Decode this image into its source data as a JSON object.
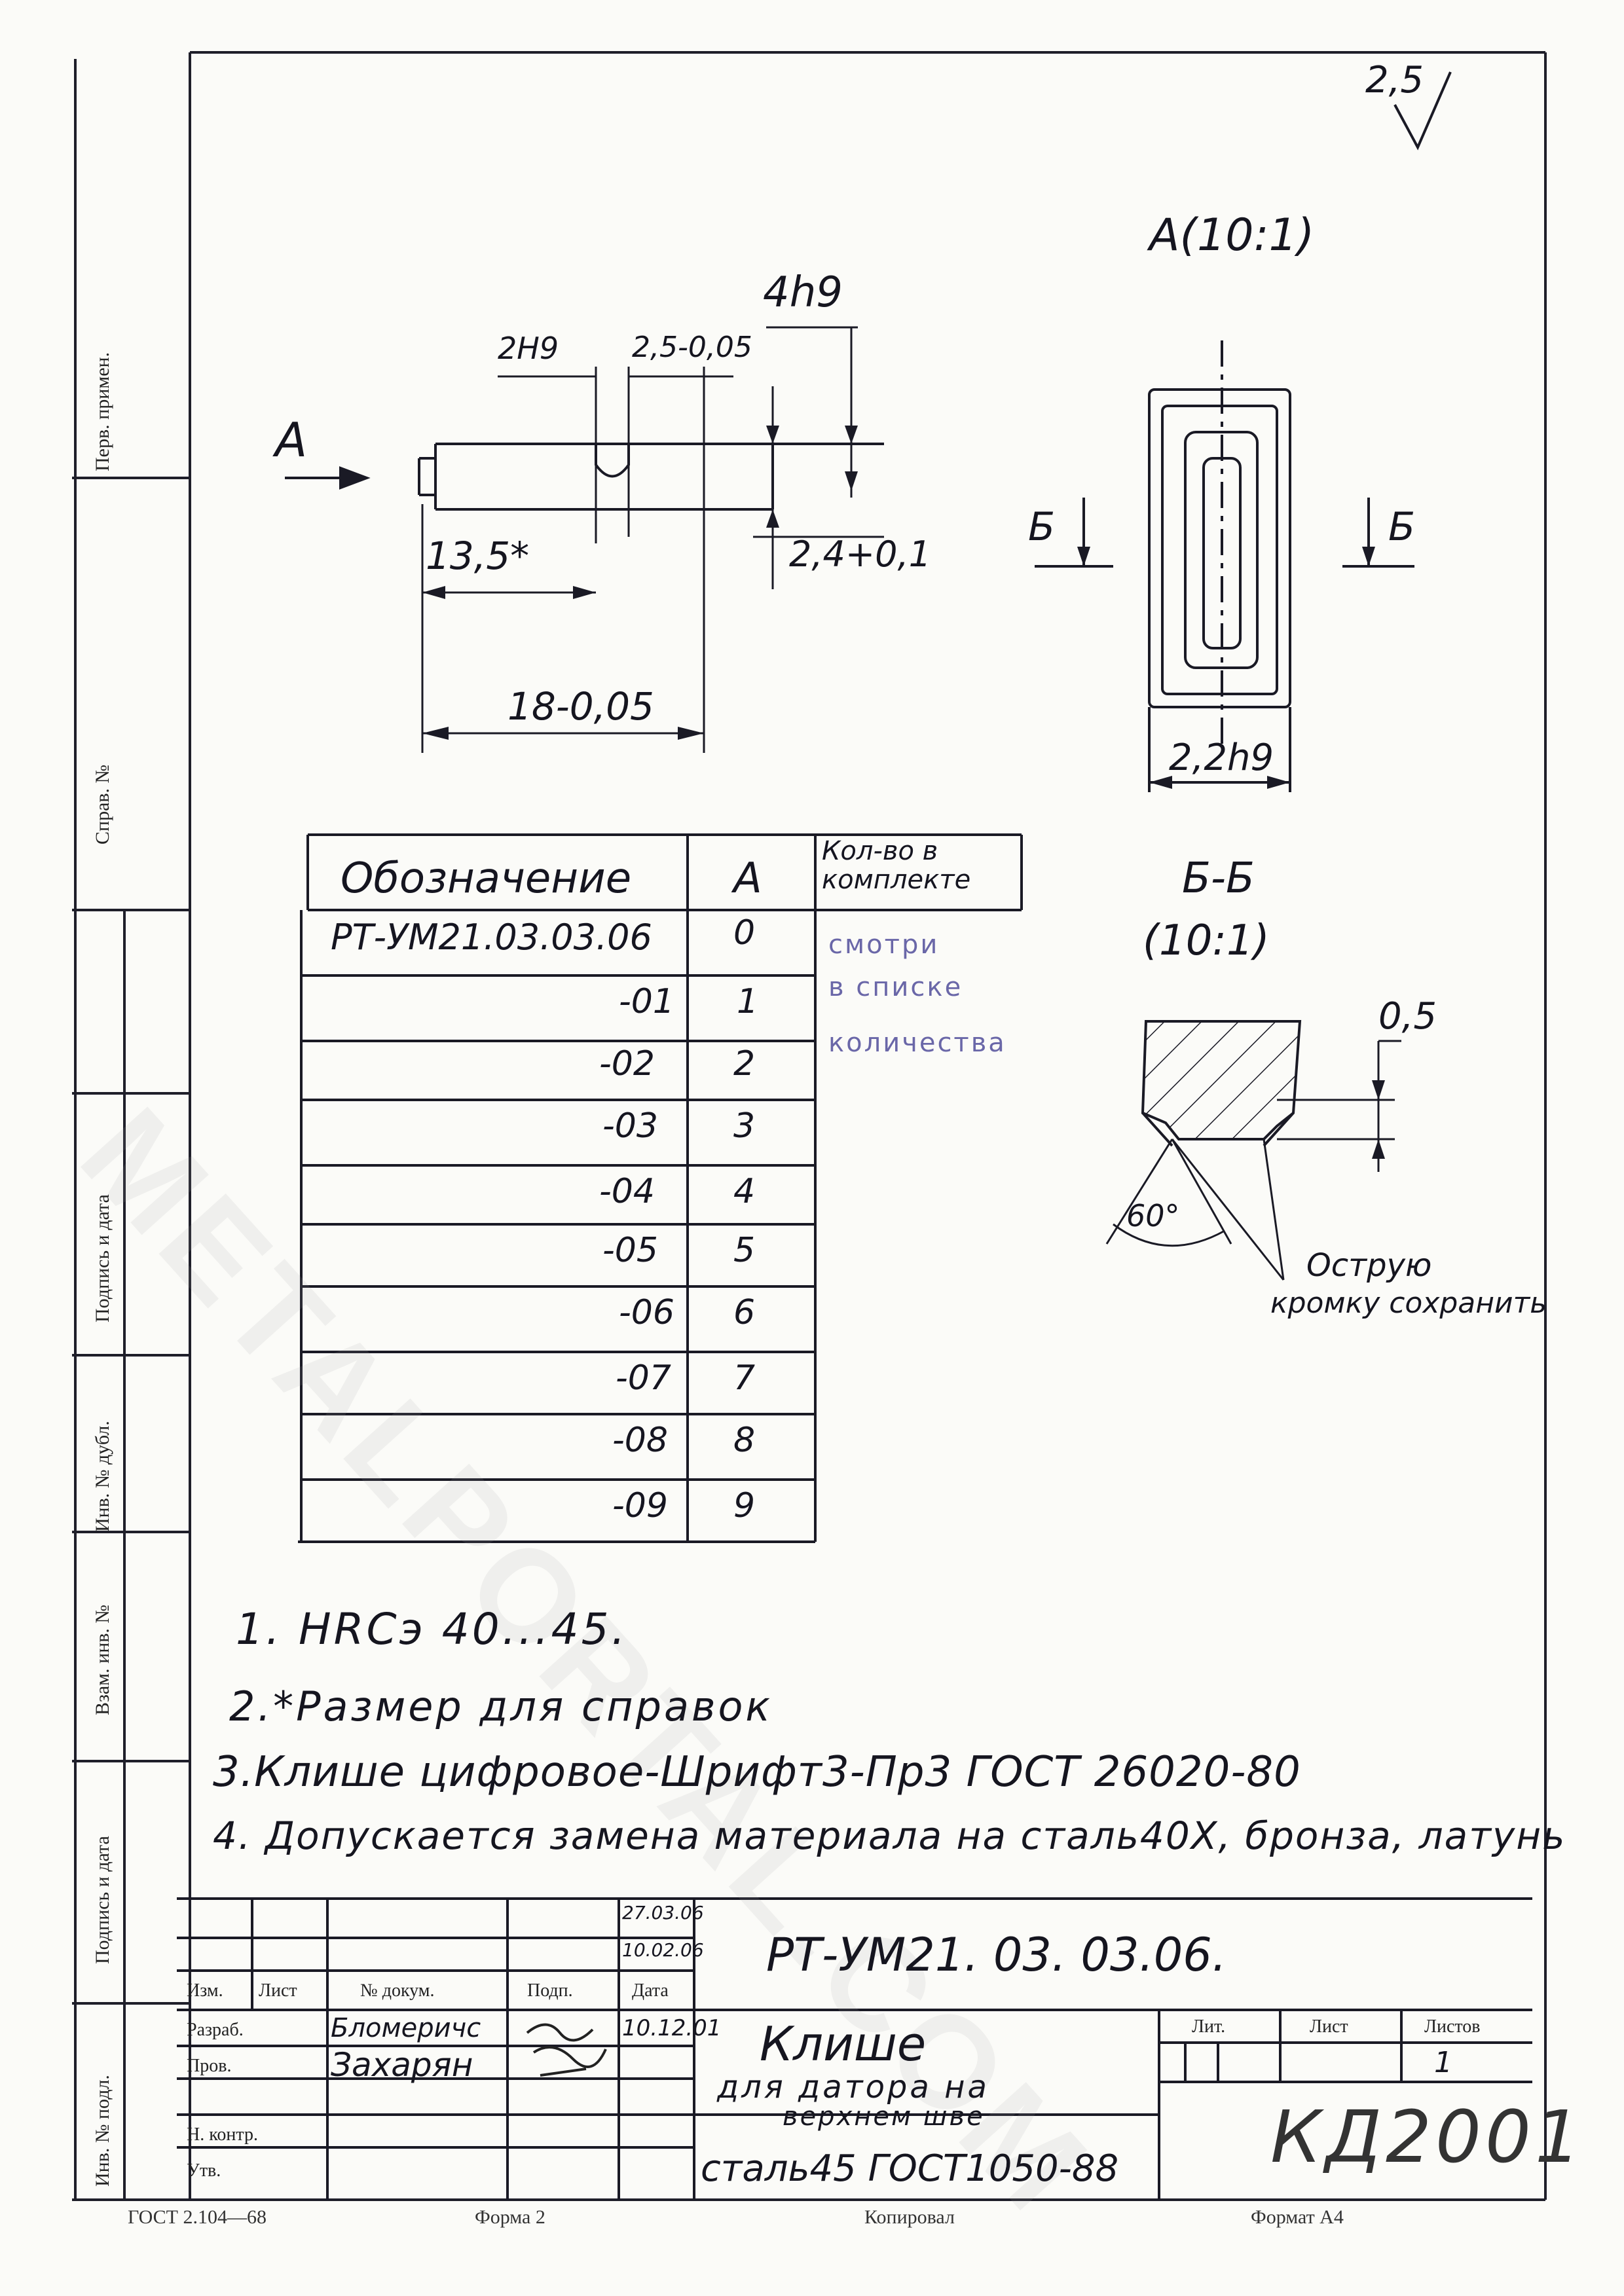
{
  "roughness": "2,5",
  "view_a": {
    "title": "А(10:1)",
    "section_mark": "Б",
    "dim_width": "2,2h9"
  },
  "section_bb": {
    "title": "Б-Б",
    "scale": "(10:1)",
    "dim_depth": "0,5",
    "angle": "60°",
    "note_line1": "Острую",
    "note_line2": "кромку сохранить"
  },
  "main_view": {
    "arrow_label": "А",
    "dim_slot": "2H9",
    "dim_pos": "2,5-0,05",
    "dim_thick": "4h9",
    "dim_height": "2,4+0,1",
    "dim_ref": "13,5*",
    "dim_len": "18-0,05"
  },
  "table": {
    "headers": [
      "Обозначение",
      "А",
      "Кол-во в комплекте"
    ],
    "rows": [
      {
        "designation": "РТ-УМ21.03.03.06",
        "a": "0"
      },
      {
        "designation": "-01",
        "a": "1"
      },
      {
        "designation": "-02",
        "a": "2"
      },
      {
        "designation": "-03",
        "a": "3"
      },
      {
        "designation": "-04",
        "a": "4"
      },
      {
        "designation": "-05",
        "a": "5"
      },
      {
        "designation": "-06",
        "a": "6"
      },
      {
        "designation": "-07",
        "a": "7"
      },
      {
        "designation": "-08",
        "a": "8"
      },
      {
        "designation": "-09",
        "a": "9"
      }
    ],
    "qty_note": [
      "смотри",
      "в списке",
      "количества"
    ]
  },
  "notes": [
    "1. HRCэ 40...45.",
    "2.*Размер для справок",
    "3.Клише цифровое-Шрифт3-Пр3 ГОСТ 26020-80",
    "4. Допускается замена материала на сталь40Х, бронза, латунь"
  ],
  "title_block": {
    "designation": "РТ-УМ21. 03. 03.06.",
    "dates_top": [
      "27.03.06",
      "10.02.06"
    ],
    "col_headers": [
      "Изм.",
      "Лист",
      "№ докум.",
      "Подп.",
      "Дата"
    ],
    "roles": [
      "Разраб.",
      "Пров.",
      "",
      "Н. контр.",
      "Утв."
    ],
    "developer": "Бломеричс",
    "checker": "Захарян",
    "date_dev": "10.12.01",
    "name_line1": "Клише",
    "name_line2": "для датора на",
    "name_line3": "верхнем шве",
    "material": "сталь45 ГОСТ1050-88",
    "lit_header": "Лит.",
    "sheet_header": "Лист",
    "sheets_header": "Листов",
    "sheets_value": "1",
    "stamp": "КД2001"
  },
  "side_labels": [
    "Перв. примен.",
    "Справ. №",
    "Подпись и дата",
    "Инв. № дубл.",
    "Взам. инв. №",
    "Подпись и дата",
    "Инв. № подл."
  ],
  "footer": {
    "left": "ГОСТ 2.104—68",
    "center": "Форма 2",
    "right": "Копировал",
    "far_right": "Формат А4"
  },
  "watermark": "METALPORTAL.COM"
}
